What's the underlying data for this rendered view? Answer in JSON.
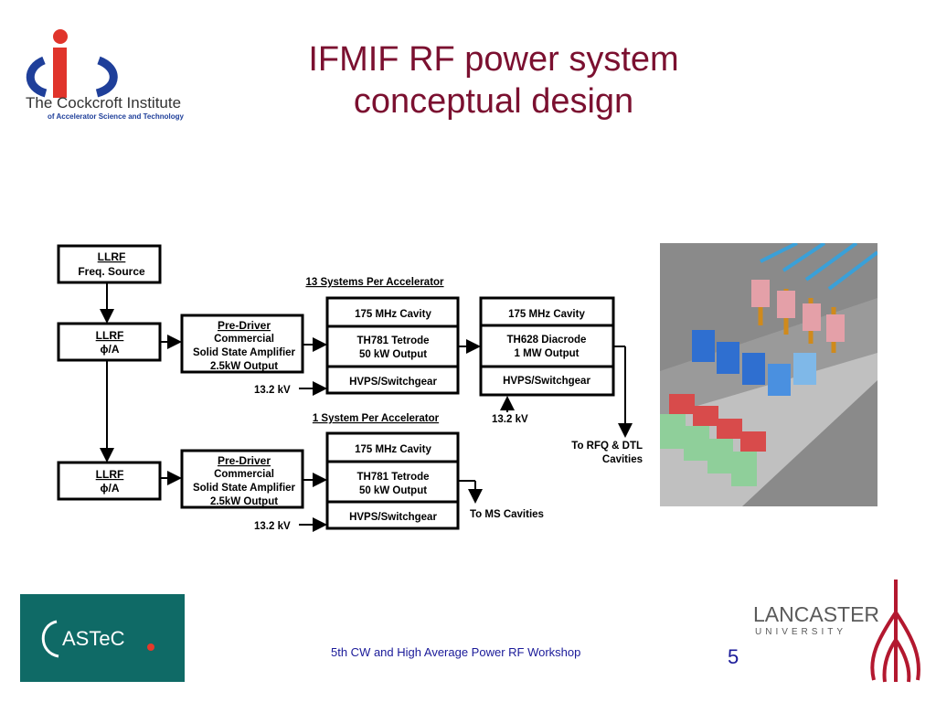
{
  "title_line1": "IFMIF RF power system",
  "title_line2": "conceptual design",
  "footer": "5th CW and High Average Power RF Workshop",
  "page_number": "5",
  "logos": {
    "cockcroft_line1": "The Cockcroft Institute",
    "cockcroft_line2": "of Accelerator Science and Technology",
    "astec": "ASTeC",
    "lancaster_line1": "LANCASTER",
    "lancaster_line2": "UNIVERSITY"
  },
  "diagram": {
    "llrf_source": {
      "title": "LLRF",
      "sub": "Freq. Source"
    },
    "llrf_1": {
      "title": "LLRF",
      "sub": "ϕ/A"
    },
    "llrf_2": {
      "title": "LLRF",
      "sub": "ϕ/A"
    },
    "pre_driver_1": {
      "title": "Pre-Driver",
      "l1": "Commercial",
      "l2": "Solid State Amplifier",
      "l3": "2.5kW Output"
    },
    "pre_driver_2": {
      "title": "Pre-Driver",
      "l1": "Commercial",
      "l2": "Solid State Amplifier",
      "l3": "2.5kW Output"
    },
    "section_13": "13 Systems Per Accelerator",
    "section_1": "1 System Per Accelerator",
    "cavity_175_a": "175 MHz Cavity",
    "th781_a_l1": "TH781 Tetrode",
    "th781_a_l2": "50 kW Output",
    "hvps_a": "HVPS/Switchgear",
    "cavity_175_b": "175 MHz Cavity",
    "th628_l1": "TH628 Diacrode",
    "th628_l2": "1 MW Output",
    "hvps_b": "HVPS/Switchgear",
    "cavity_175_c": "175 MHz Cavity",
    "th781_c_l1": "TH781 Tetrode",
    "th781_c_l2": "50 kW Output",
    "hvps_c": "HVPS/Switchgear",
    "kv_1": "13.2 kV",
    "kv_2": "13.2 kV",
    "kv_3": "13.2 kV",
    "to_rfq_l1": "To RFQ & DTL",
    "to_rfq_l2": "Cavities",
    "to_ms": "To MS Cavities"
  }
}
